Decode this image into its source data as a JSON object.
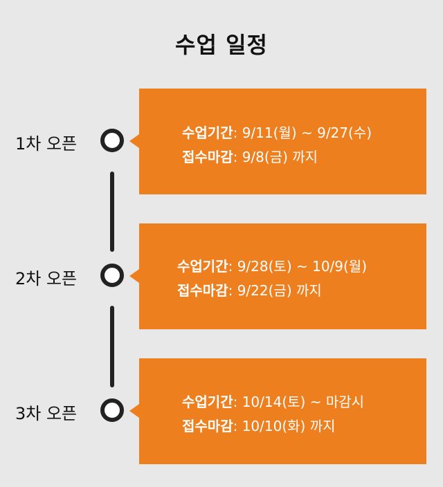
{
  "title": "수업 일정",
  "schedule": [
    {
      "open_label": "1차 오픈",
      "period_label": "수업기간",
      "period_value": ": 9/11(월) ~ 9/27(수)",
      "deadline_label": "접수마감",
      "deadline_value": ": 9/8(금) 까지"
    },
    {
      "open_label": "2차 오픈",
      "period_label": "수업기간",
      "period_value": ": 9/28(토) ~ 10/9(월)",
      "deadline_label": "접수마감",
      "deadline_value": ": 9/22(금) 까지"
    },
    {
      "open_label": "3차 오픈",
      "period_label": "수업기간",
      "period_value": ": 10/14(토) ~ 마감시",
      "deadline_label": "접수마감",
      "deadline_value": ": 10/10(화) 까지"
    }
  ],
  "colors": {
    "card": "#ee7f1f",
    "background": "#e8e8e8",
    "timeline": "#222222"
  }
}
